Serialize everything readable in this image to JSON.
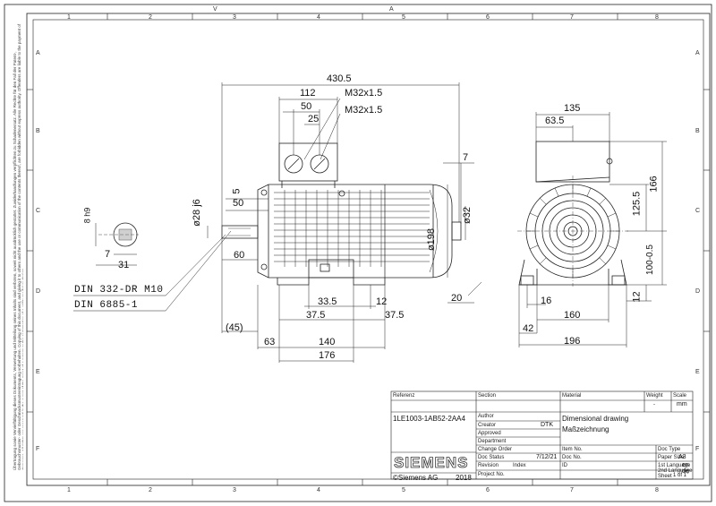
{
  "grid": {
    "top_letters": [
      "V",
      "A"
    ],
    "numbers": [
      "1",
      "2",
      "3",
      "4",
      "5",
      "6",
      "7",
      "8"
    ],
    "rows": [
      "A",
      "B",
      "C",
      "D",
      "E",
      "F"
    ]
  },
  "side_text": "Übertragung sowie Vervielfältigung dieses Dokuments, Verwertung und Mitteilung seines Inhalts sind verboten, soweit nicht ausdrücklich gestattet. Zuwiderhandlungen verpflichten zu Schadenersatz. Alle Rechte für den Fall der Patent-, Gebrauchsmuster- oder Geschmacksmustereintragung vorbehalten. Copying of this document, and giving it to others and the use or communication of the contents thereof, are forbidden without express authority. Offenders are liable to the payment of damages. All rights are reserved in the event of the grant of a patent or the registration of a utility model or design.",
  "dimensions": {
    "overall_length": "430.5",
    "tb_width": "112",
    "gland1": "M32x1.5",
    "gland2": "M32x1.5",
    "d50_top": "50",
    "d25": "25",
    "d7": "7",
    "d5": "5",
    "d50": "50",
    "shaft_dia": "ø28 j6",
    "d60": "60",
    "d198": "ø198",
    "d32": "ø32",
    "d20": "20",
    "d33_5": "33.5",
    "d12_side": "12",
    "d37_5a": "37.5",
    "d37_5b": "37.5",
    "d45": "(45)",
    "d63": "63",
    "d140": "140",
    "d176": "176",
    "key_h": "8 h9",
    "key_7": "7",
    "key_31": "31",
    "f135": "135",
    "f63_5": "63.5",
    "f125_5": "125.5",
    "f166": "166",
    "f100": "100-0.5",
    "f12": "12",
    "f16": "16",
    "f160": "160",
    "f42": "42",
    "f196": "196"
  },
  "labels": {
    "din1": "DIN 332-DR M10",
    "din2": "DIN 6885-1"
  },
  "title_block": {
    "reference_label": "Referenz",
    "section_label": "Section",
    "material_label": "Material",
    "weight_label": "Weight",
    "scale_label": "Scale",
    "part_number": "1LE1003-1AB52-2AA4",
    "author_label": "Author",
    "creator_label": "Creator",
    "creator_value": "DTK",
    "approved_label": "Approved",
    "department_label": "Department",
    "change_label": "Change Order",
    "doc_status_label": "Doc Status",
    "date_value": "7/12/21",
    "revision_label": "Revision",
    "index_label": "Index",
    "project_label": "Project No.",
    "drawing_title_en": "Dimensional drawing",
    "drawing_title_de": "Maßzeichnung",
    "brand": "SIEMENS",
    "copyright": "©Siemens AG",
    "year": "2018",
    "no_label": "Item No.",
    "doc_no_label": "Doc No.",
    "id_label": "ID",
    "doc_type_label": "Doc Type",
    "paper_size_label": "Paper Size",
    "paper_size": "A3",
    "lang_label": "1st Language",
    "lang1": "en",
    "lang2_label": "2nd Language",
    "lang2": "de",
    "sheet_label": "Sheet",
    "sheet_value": "1 of 1",
    "unit": "mm",
    "dash": "-"
  }
}
